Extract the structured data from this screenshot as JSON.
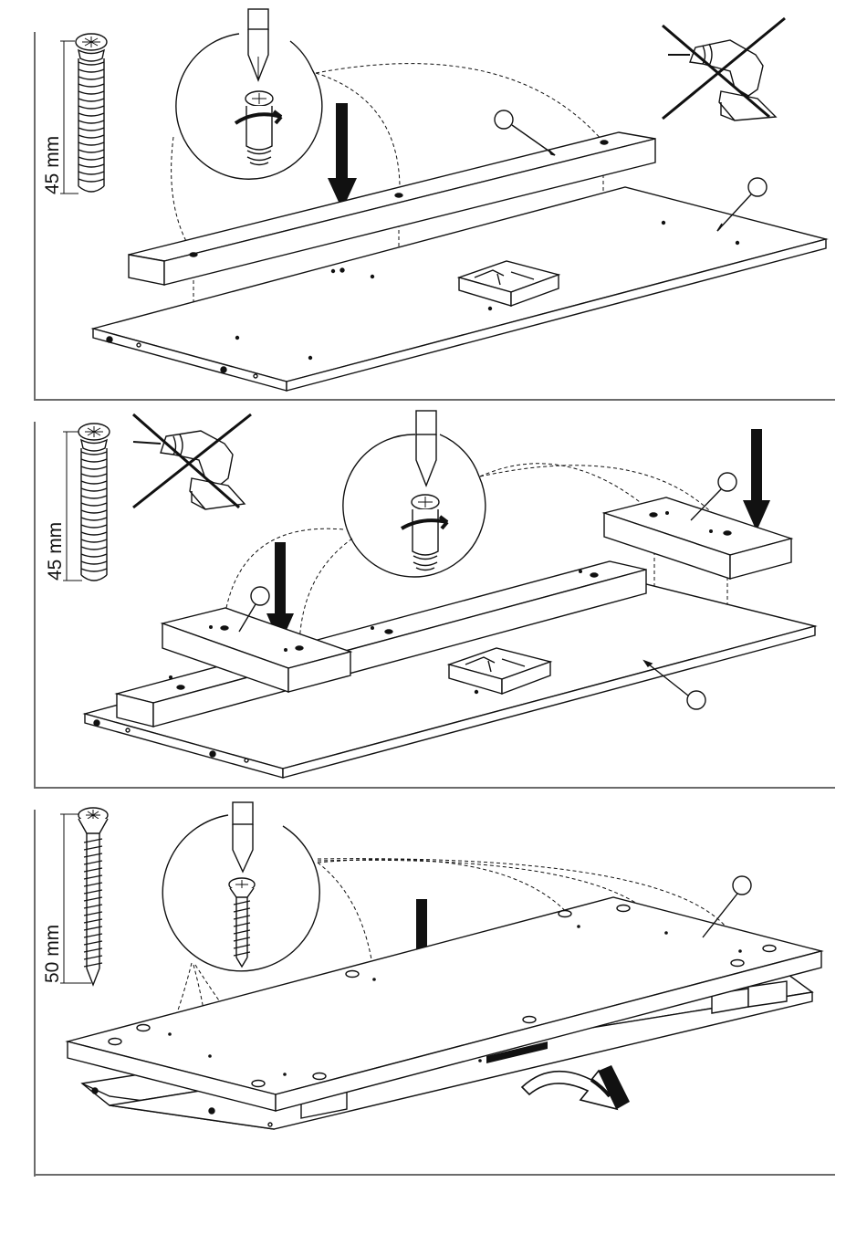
{
  "document": {
    "type": "assembly-instructions",
    "steps": [
      {
        "screw_length": "45 mm",
        "tool_allowed": "screwdriver",
        "tool_forbidden": "power-drill"
      },
      {
        "screw_length": "45 mm",
        "tool_allowed": "screwdriver",
        "tool_forbidden": "power-drill"
      },
      {
        "screw_length": "50 mm",
        "tool_allowed": "screwdriver",
        "action": "flip-over"
      }
    ]
  },
  "colors": {
    "ink": "#111111",
    "frame": "#6b6b6b",
    "paper": "#ffffff"
  }
}
